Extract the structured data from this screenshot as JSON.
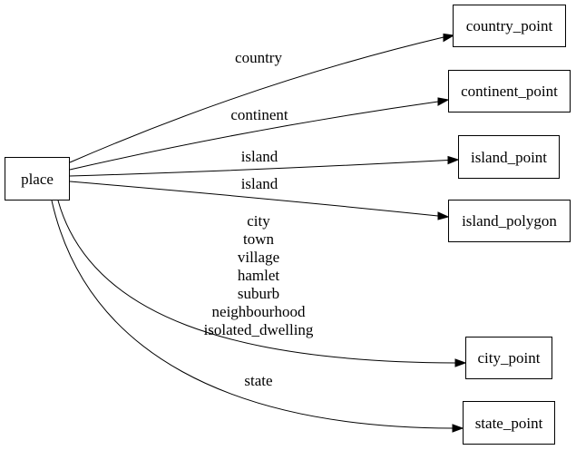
{
  "diagram": {
    "type": "directed-graph",
    "background_color": "#ffffff",
    "stroke_color": "#000000",
    "nodes": [
      {
        "id": "place",
        "label": "place"
      },
      {
        "id": "country_point",
        "label": "country_point"
      },
      {
        "id": "continent_point",
        "label": "continent_point"
      },
      {
        "id": "island_point",
        "label": "island_point"
      },
      {
        "id": "island_polygon",
        "label": "island_polygon"
      },
      {
        "id": "city_point",
        "label": "city_point"
      },
      {
        "id": "state_point",
        "label": "state_point"
      }
    ],
    "edges": [
      {
        "from": "place",
        "to": "country_point",
        "label": "country"
      },
      {
        "from": "place",
        "to": "continent_point",
        "label": "continent"
      },
      {
        "from": "place",
        "to": "island_point",
        "label": "island"
      },
      {
        "from": "place",
        "to": "island_polygon",
        "label": "island"
      },
      {
        "from": "place",
        "to": "city_point",
        "label_lines": [
          "city",
          "town",
          "village",
          "hamlet",
          "suburb",
          "neighbourhood",
          "isolated_dwelling"
        ]
      },
      {
        "from": "place",
        "to": "state_point",
        "label": "state"
      }
    ]
  }
}
